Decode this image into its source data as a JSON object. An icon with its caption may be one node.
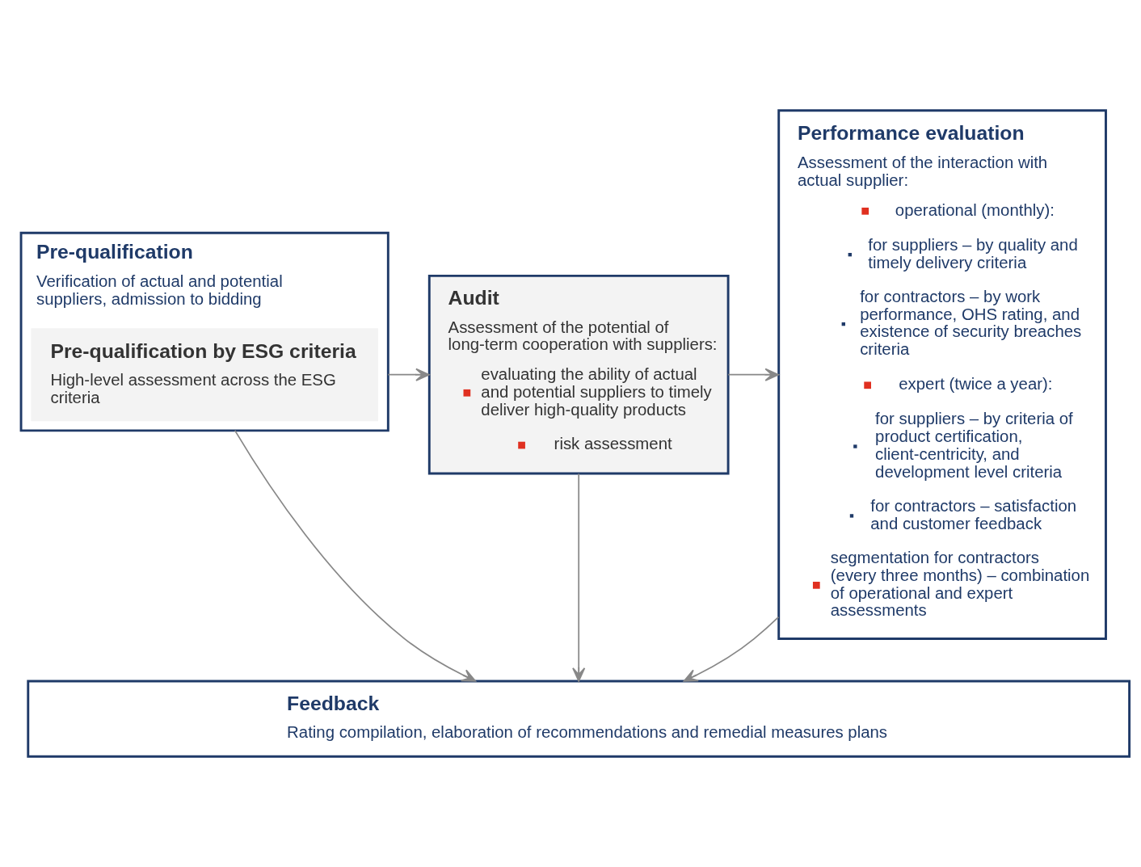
{
  "diagram": {
    "nodes": [
      {
        "text": [
          "Pre-qualification",
          "Verification of actual and potential suppliers, admission to bidding"
        ]
      },
      {
        "text": [
          "Pre-qualification by ESG criteria",
          "High-level assessment across the ESG criteria"
        ],
        "in": 0
      },
      {
        "text": [
          "Audit",
          "Assessment of the potential of long-term cooperation with suppliers:",
          "evaluating the ability of actual and potential suppliers to timely deliver high-quality products",
          "risk assessment"
        ]
      },
      {
        "text": [
          "Performance evaluation",
          "Assessment of the interaction with actual supplier:",
          "operational (monthly):",
          "for suppliers – by quality and timely delivery criteria",
          "for contractors – by work performance, OHS rating, and existence of security breaches criteria",
          "expert (twice a year):",
          "for suppliers – by criteria of product certification, client-centricity, and development level criteria",
          "for contractors – satisfaction and customer feedback",
          "segmentation for contractors (every three months) – combination of operational and expert assessments"
        ]
      },
      {
        "text": [
          "Feedback",
          "Rating compilation, elaboration of recommendations and remedial measures plans"
        ]
      }
    ],
    "edges": [
      {
        "from": 0,
        "to": 2,
        "arrow": "to"
      },
      {
        "from": 2,
        "to": 3,
        "arrow": "to"
      },
      {
        "from": 0,
        "to": 4,
        "arrow": "to"
      },
      {
        "from": 2,
        "to": 4,
        "arrow": "to"
      },
      {
        "from": 3,
        "to": 4,
        "arrow": "to"
      }
    ]
  }
}
